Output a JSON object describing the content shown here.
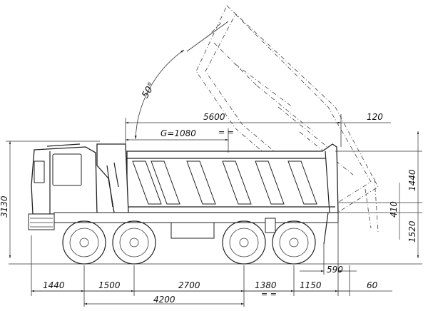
{
  "diagram": {
    "dimensions": {
      "overall_length": "5600",
      "cog_offset": "G=1080",
      "rear_overhang_top": "120",
      "tipping_angle": "50°",
      "total_height": "3130",
      "body_height": "1440",
      "frame_height": "410",
      "platform_height": "1520",
      "rear_clearance": "590",
      "front_overhang": "1440",
      "axle_gap_1": "1500",
      "axle_gap_2": "2700",
      "axle_gap_3": "1380",
      "rear_overhang": "1150",
      "rear_offset": "60",
      "wheelbase": "4200"
    }
  }
}
